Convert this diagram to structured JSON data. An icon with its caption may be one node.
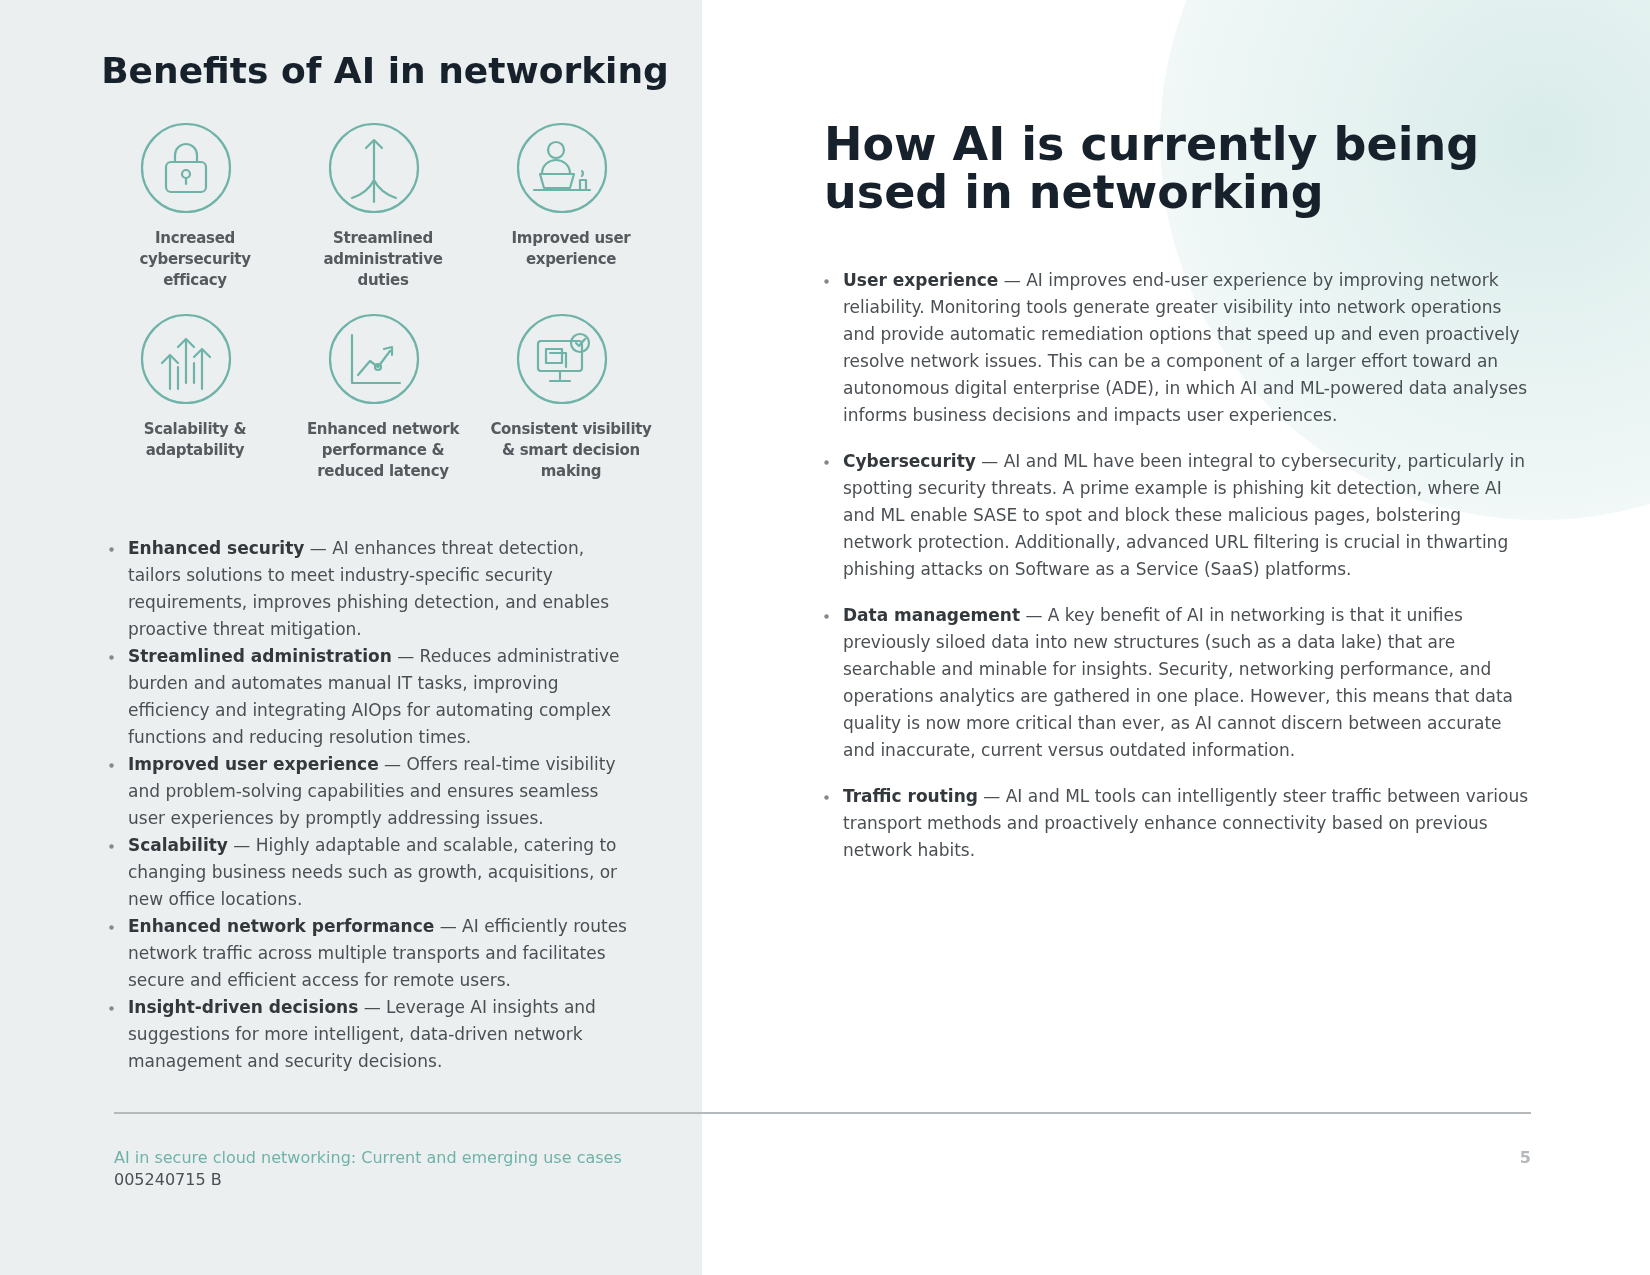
{
  "diagram": {
    "nodes": [
      {
        "text": [
          "Increased cybersecurity efficacy"
        ]
      },
      {
        "text": [
          "Streamlined administrative duties"
        ]
      },
      {
        "text": [
          "Improved user experience"
        ]
      },
      {
        "text": [
          "Scalability & adaptability"
        ]
      },
      {
        "text": [
          "Enhanced network performance & reduced latency"
        ]
      },
      {
        "text": [
          "Consistent visibility & smart decision making"
        ]
      }
    ],
    "labels": [
      "Benefits of AI in networking",
      "**Enhanced security** — AI enhances threat detection, tailors solutions to meet industry-specific security requirements, improves phishing detection, and enables proactive threat mitigation.",
      "**Streamlined administration** — Reduces administrative burden and automates manual IT tasks, improving efficiency and integrating AIOps for automating complex functions and reducing resolution times.",
      "**Improved user experience** — Offers real-time visibility and problem-solving capabilities and ensures seamless user experiences by promptly addressing issues.",
      "**Scalability** — Highly adaptable and scalable, catering to changing business needs such as growth, acquisitions, or new office locations.",
      "**Enhanced network performance** — AI efficiently routes network traffic across multiple transports and facilitates secure and efficient access for remote users.",
      "**Insight-driven decisions** — Leverage AI insights and suggestions for more intelligent, data-driven network management and security decisions.",
      "How AI is currently being used in networking",
      "**User experience** — AI improves end-user experience by improving network reliability. Monitoring tools generate greater visibility into network operations and provide automatic remediation options that speed up and even proactively resolve network issues. This can be a component of a larger effort toward an autonomous digital enterprise (ADE), in which AI and ML-powered data analyses informs business decisions and impacts user experiences.",
      "**Cybersecurity** — AI and ML have been integral to cybersecurity, particularly in spotting security threats. A prime example is phishing kit detection, where AI and ML enable SASE to spot and block these malicious pages, bolstering network protection. Additionally, advanced URL filtering is crucial in thwarting phishing attacks on Software as a Service (SaaS) platforms.",
      "**Data management** — A key benefit of AI in networking is that it unifies previously siloed data into new structures (such as a data lake) that are searchable and minable for insights. Security, networking performance, and operations analytics are gathered in one place. However, this means that data quality is now more critical than ever, as AI cannot discern between accurate and inaccurate, current versus outdated information.",
      "**Traffic routing** — AI and ML tools can intelligently steer traffic between various transport methods and proactively enhance connectivity based on previous network habits.",
      "AI in secure cloud networking: Current and emerging use cases",
      "005240715 B",
      "5"
    ]
  }
}
